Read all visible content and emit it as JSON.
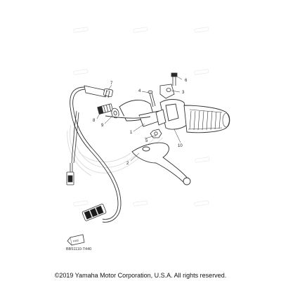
{
  "callouts": {
    "c1": "1",
    "c2": "2",
    "c3": "3",
    "c4": "4",
    "c5": "5",
    "c6": "6",
    "c7": "7",
    "c8": "8",
    "c9": "9",
    "c10": "10"
  },
  "reference_code": "BB51110-T440",
  "badge_text": "FWD",
  "copyright": "©2019 Yamaha Motor Corporation, U.S.A. All rights reserved.",
  "colors": {
    "line": "#333333",
    "ghost": "#d9d9d9",
    "watermark": "#c8c8c8"
  }
}
